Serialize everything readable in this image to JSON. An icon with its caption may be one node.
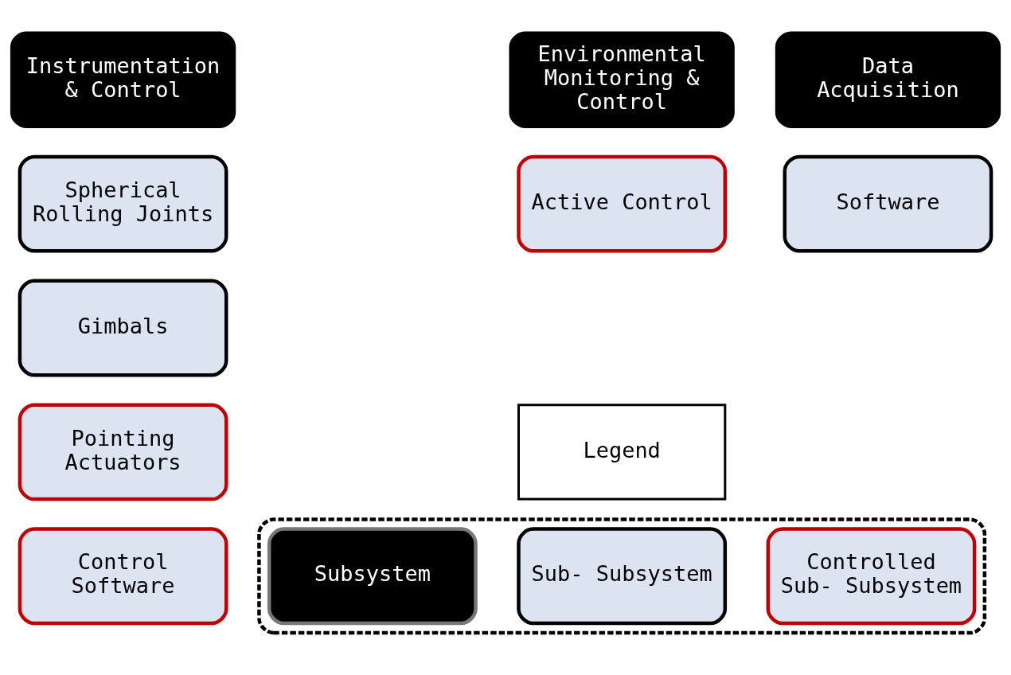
{
  "diagram": {
    "nodes": [
      {
        "text": [
          "Instrumentation & Control"
        ]
      },
      {
        "text": [
          "Environmental Monitoring & Control"
        ]
      },
      {
        "text": [
          "Data Acquisition"
        ]
      },
      {
        "text": [
          "Spherical Rolling Joints"
        ]
      },
      {
        "text": [
          "Gimbals"
        ]
      },
      {
        "text": [
          "Pointing Actuators"
        ]
      },
      {
        "text": [
          "Control Software"
        ]
      },
      {
        "text": [
          "Active Control"
        ]
      },
      {
        "text": [
          "Software"
        ]
      },
      {
        "text": [
          "Legend"
        ]
      },
      {
        "text": [],
        "shape": "box"
      },
      {
        "text": [
          "Subsystem"
        ],
        "in": 10
      },
      {
        "text": [
          "Sub- Subsystem"
        ],
        "in": 10
      },
      {
        "text": [
          "Controlled Sub- Subsystem"
        ],
        "in": 10
      }
    ],
    "edges": []
  }
}
